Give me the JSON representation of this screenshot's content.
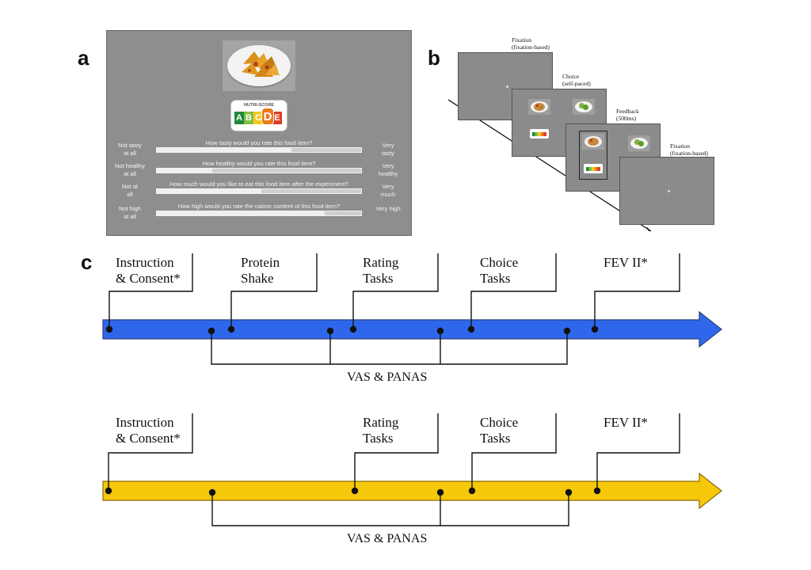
{
  "panel_letters": {
    "a": "a",
    "b": "b",
    "c": "c"
  },
  "panel_a": {
    "nutri_score": {
      "title": "NUTRI-SCORE",
      "letters": [
        "A",
        "B",
        "C",
        "D",
        "E"
      ],
      "colors": [
        "#1e8a3c",
        "#7fbf3f",
        "#f4c91f",
        "#ea7a1c",
        "#e03b24"
      ],
      "highlighted": "D"
    },
    "ratings": [
      {
        "question": "How tasty would you rate this food item?",
        "left": "Not tasty\nat all",
        "right": "Very\ntasty",
        "level": 0.66
      },
      {
        "question": "How healthy would you rate this food item?",
        "left": "Not healthy\nat all",
        "right": "Very\nhealthy",
        "level": 0.27
      },
      {
        "question": "How much would you like to eat this food item after the experiment?",
        "left": "Not at\nall",
        "right": "Very\nmuch",
        "level": 0.51
      },
      {
        "question": "How high would you rate the caloric content of this food item?",
        "left": "Not high\nat all",
        "right": "Very high",
        "level": 0.82
      }
    ]
  },
  "panel_b": {
    "labels": {
      "fixation1": "Fixation\n(fixation-based)",
      "choice": "Choice\n(self-paced)",
      "feedback": "Feedback\n(500ms)",
      "fixation2": "Fixation\n(fixation-based)"
    }
  },
  "panel_c": {
    "timeline1": {
      "color": "#2f67ec",
      "events": [
        "Instruction\n& Consent*",
        "Protein\nShake",
        "Rating\nTasks",
        "Choice\nTasks",
        "FEV II*"
      ],
      "measure": "VAS & PANAS"
    },
    "timeline2": {
      "color": "#f6c80a",
      "events": [
        "Instruction\n& Consent*",
        "Rating\nTasks",
        "Choice\nTasks",
        "FEV II*"
      ],
      "measure": "VAS & PANAS"
    }
  }
}
